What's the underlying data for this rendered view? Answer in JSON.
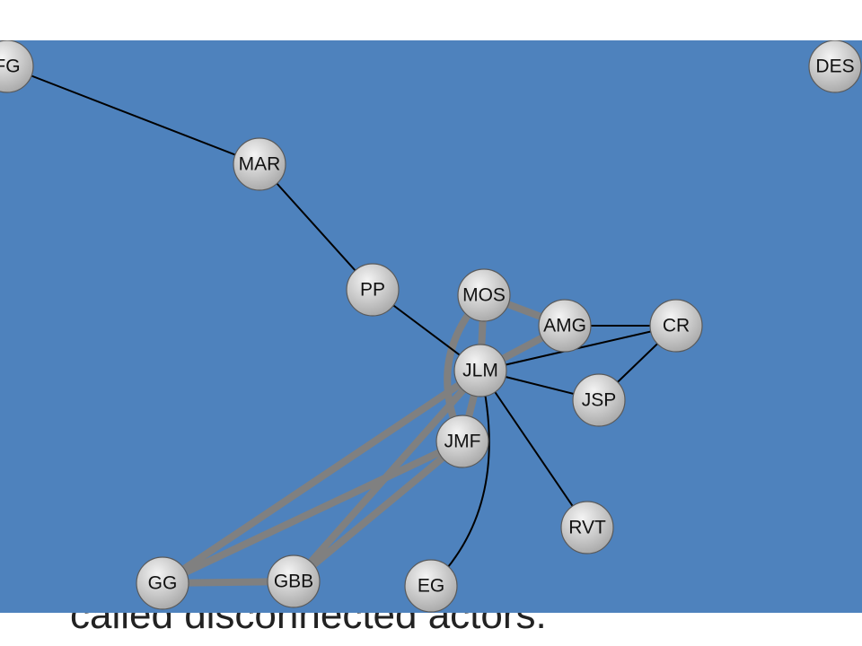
{
  "background_text": "called disconnected actors.",
  "colors": {
    "panel": "#4e82bd",
    "strong_edge": "#808080",
    "weak_edge": "#000000",
    "node_fill_light": "#f4f4f4",
    "node_fill_dark": "#a9a9a9"
  },
  "diagram": {
    "type": "network",
    "nodes": [
      {
        "id": "FG",
        "label": "FG"
      },
      {
        "id": "DES",
        "label": "DES"
      },
      {
        "id": "MAR",
        "label": "MAR"
      },
      {
        "id": "PP",
        "label": "PP"
      },
      {
        "id": "MOS",
        "label": "MOS"
      },
      {
        "id": "AMG",
        "label": "AMG"
      },
      {
        "id": "CR",
        "label": "CR"
      },
      {
        "id": "JLM",
        "label": "JLM"
      },
      {
        "id": "JSP",
        "label": "JSP"
      },
      {
        "id": "JMF",
        "label": "JMF"
      },
      {
        "id": "RVT",
        "label": "RVT"
      },
      {
        "id": "GG",
        "label": "GG"
      },
      {
        "id": "GBB",
        "label": "GBB"
      },
      {
        "id": "EG",
        "label": "EG"
      }
    ],
    "edges": [
      {
        "source": "FG",
        "target": "MAR",
        "strength": "weak"
      },
      {
        "source": "MAR",
        "target": "PP",
        "strength": "weak"
      },
      {
        "source": "PP",
        "target": "JLM",
        "strength": "weak"
      },
      {
        "source": "AMG",
        "target": "CR",
        "strength": "weak"
      },
      {
        "source": "JLM",
        "target": "CR",
        "strength": "weak"
      },
      {
        "source": "JLM",
        "target": "JSP",
        "strength": "weak"
      },
      {
        "source": "JSP",
        "target": "CR",
        "strength": "weak"
      },
      {
        "source": "JLM",
        "target": "RVT",
        "strength": "weak"
      },
      {
        "source": "JLM",
        "target": "EG",
        "strength": "weak"
      },
      {
        "source": "MOS",
        "target": "AMG",
        "strength": "strong"
      },
      {
        "source": "MOS",
        "target": "JLM",
        "strength": "strong"
      },
      {
        "source": "MOS",
        "target": "JMF",
        "strength": "strong"
      },
      {
        "source": "AMG",
        "target": "JLM",
        "strength": "strong"
      },
      {
        "source": "JLM",
        "target": "JMF",
        "strength": "strong"
      },
      {
        "source": "JLM",
        "target": "GG",
        "strength": "strong"
      },
      {
        "source": "JLM",
        "target": "GBB",
        "strength": "strong"
      },
      {
        "source": "JMF",
        "target": "GG",
        "strength": "strong"
      },
      {
        "source": "JMF",
        "target": "GBB",
        "strength": "strong"
      },
      {
        "source": "GG",
        "target": "GBB",
        "strength": "strong"
      }
    ]
  }
}
